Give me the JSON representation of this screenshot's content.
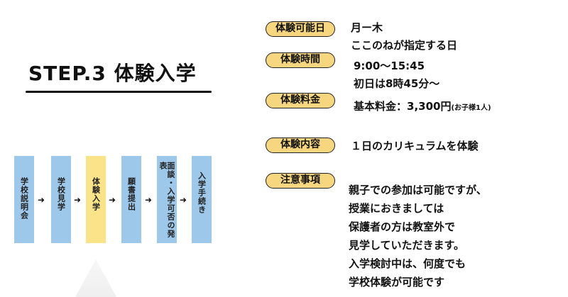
{
  "title": "STEP.3 体験入学",
  "flow": [
    {
      "label": "学校説明会",
      "active": false
    },
    {
      "label": "学校見学",
      "active": false
    },
    {
      "label": "体験入学",
      "active": true
    },
    {
      "label": "願書提出",
      "active": false
    },
    {
      "label": "面談・入学可否の発表",
      "active": false
    },
    {
      "label": "入学手続き",
      "active": false
    }
  ],
  "colors": {
    "flow_box": "#9ec8ea",
    "flow_active": "#fbe38a",
    "label_bg": "#f6d67e"
  },
  "info": {
    "days_label": "体験可能日",
    "days_line1": "月ー木",
    "days_line2": "ここのねが指定する日",
    "time_label": "体験時間",
    "time_line1": "9:00〜15:45",
    "time_line2": "初日は8時45分〜",
    "fee_label": "体験料金",
    "fee_value": "基本料金：3,300円",
    "fee_note": "(お子様1人)",
    "content_label": "体験内容",
    "content_value": "１日のカリキュラムを体験",
    "notes_label": "注意事項",
    "notes": [
      "親子での参加は可能ですが、",
      "授業におきましては",
      "保護者の方は教室外で",
      "見学していただきます。",
      "入学検討中は、何度でも",
      "学校体験が可能です"
    ]
  }
}
